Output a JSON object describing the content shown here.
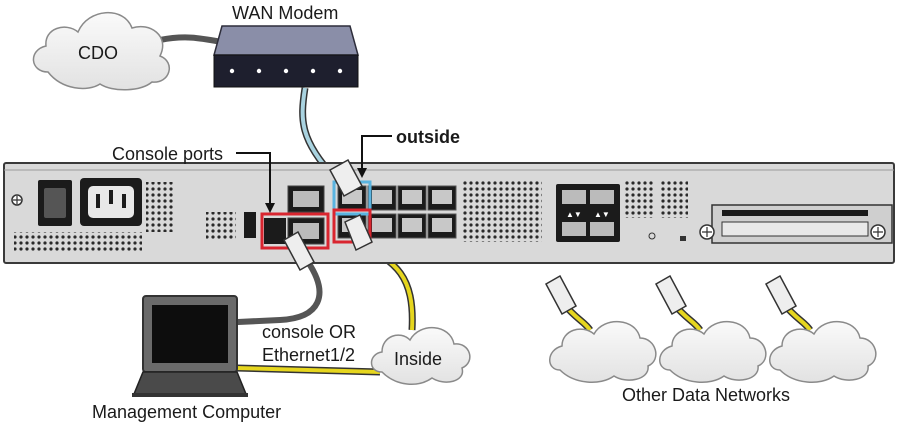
{
  "labels": {
    "cdo": "CDO",
    "wan_modem": "WAN Modem",
    "outside": "outside",
    "console_ports": "Console ports",
    "console_or": "console OR",
    "ethernet": "Ethernet1/2",
    "inside": "Inside",
    "management_computer": "Management Computer",
    "other_data_networks": "Other Data Networks"
  },
  "colors": {
    "cloud_fill": "#eeeeee",
    "cloud_stroke": "#8a8a8a",
    "chassis": "#d9d9d9",
    "chassis_stroke": "#3a3a3a",
    "modem_top": "#8a8ea8",
    "modem_front": "#1e1f2e",
    "cable_blue": "#a9d3e0",
    "cable_yellow": "#e6d61e",
    "cable_gray": "#555555",
    "highlight_red": "#d9252f",
    "highlight_blue": "#5ab4e0"
  }
}
